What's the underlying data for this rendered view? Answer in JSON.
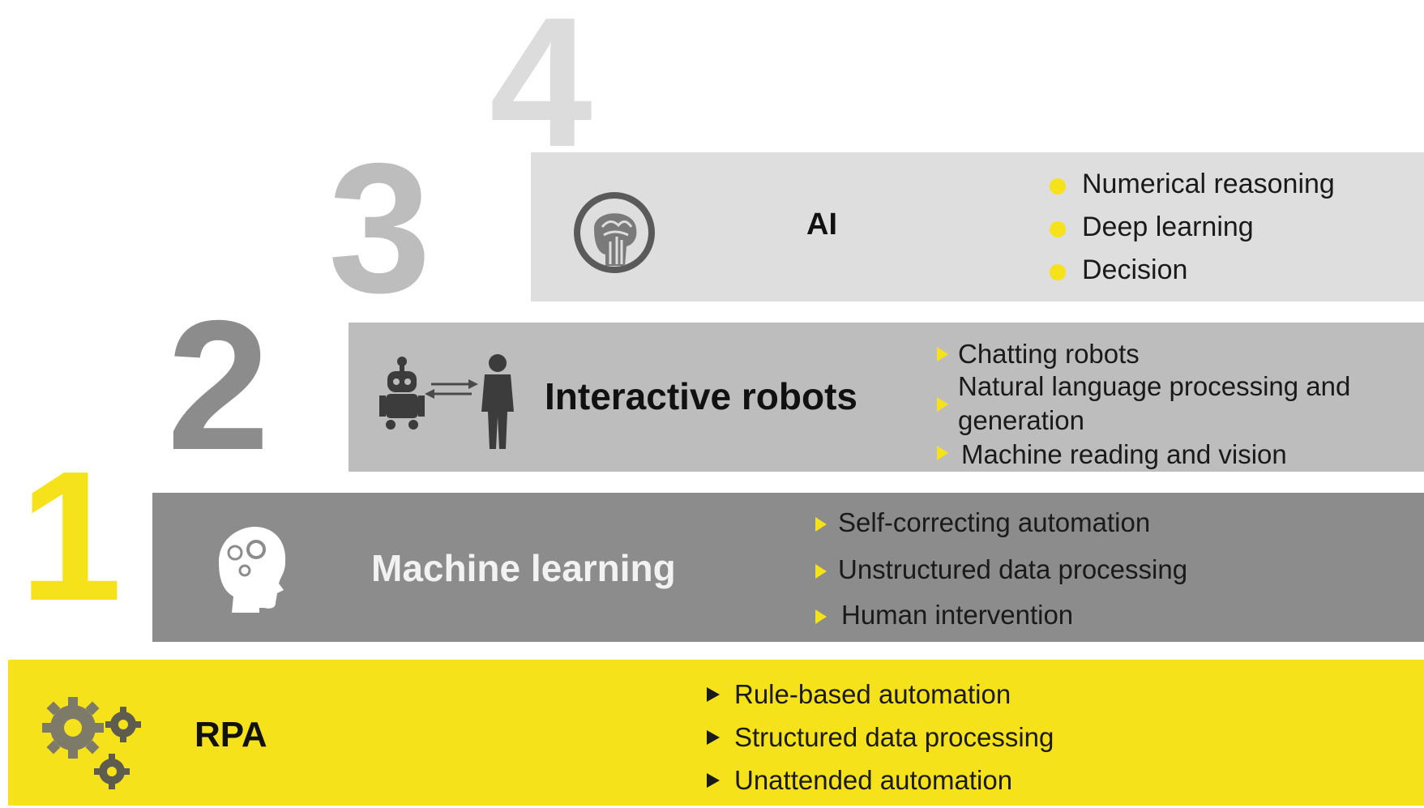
{
  "steps": [
    {
      "number": "1",
      "title": "RPA",
      "icon": "gears-icon",
      "color": "#f5e21b",
      "number_color": "#f5e21b",
      "bullet_color": "#1a1a1a",
      "bullets": [
        "Rule-based automation",
        "Structured data processing",
        "Unattended automation"
      ]
    },
    {
      "number": "2",
      "title": "Machine learning",
      "icon": "head-gears-icon",
      "color": "#8c8c8c",
      "number_color": "#8c8c8c",
      "bullet_color": "#f5e21b",
      "bullets": [
        "Self-correcting automation",
        "Unstructured data processing",
        "Human intervention"
      ]
    },
    {
      "number": "3",
      "title": "Interactive robots",
      "icon": "robot-human-icon",
      "color": "#bdbdbd",
      "number_color": "#bdbdbd",
      "bullet_color": "#f5e21b",
      "bullets": [
        "Chatting robots",
        "Natural language processing and generation",
        "Machine reading and vision"
      ]
    },
    {
      "number": "4",
      "title": "AI",
      "icon": "brain-head-icon",
      "color": "#dedede",
      "number_color": "#dedede",
      "bullet_color": "#f5e21b",
      "bullets": [
        "Numerical reasoning",
        "Deep learning",
        "Decision"
      ]
    }
  ]
}
